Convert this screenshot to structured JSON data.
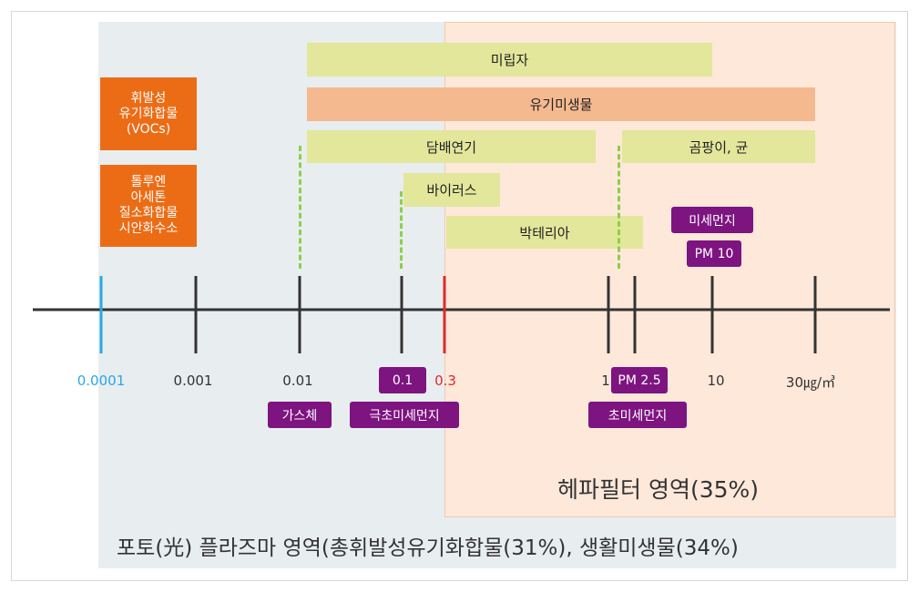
{
  "zones": {
    "photo_plasma": "포토(光) 플라즈마 영역(총휘발성유기화합물(31%), 생활미생물(34%)",
    "hepa": "헤파필터 영역(35%)"
  },
  "orange_boxes": [
    {
      "lines": [
        "휘발성",
        "유기화합물",
        "(VOCs)"
      ]
    },
    {
      "lines": [
        "톨루엔",
        "아세톤",
        "질소화합물",
        "시안화수소"
      ]
    }
  ],
  "bars": [
    {
      "label": "미립자"
    },
    {
      "label": "유기미생물"
    },
    {
      "label": "담배연기"
    },
    {
      "label": "곰팡이, 균"
    },
    {
      "label": "바이러스"
    },
    {
      "label": "박테리아"
    }
  ],
  "axis_ticks": [
    {
      "label": "0.0001",
      "color": "#29a9e0"
    },
    {
      "label": "0.001",
      "color": "#333333"
    },
    {
      "label": "0.01",
      "color": "#333333"
    },
    {
      "label": "0.1",
      "color": "#333333"
    },
    {
      "label": "0.3",
      "color": "#e02a2a"
    },
    {
      "label": "1",
      "color": "#333333"
    },
    {
      "label": "PM 2.5",
      "color": "#333333"
    },
    {
      "label": "10",
      "color": "#333333"
    },
    {
      "label": "30㎍/㎥",
      "color": "#333333"
    }
  ],
  "category_labels": {
    "gas": "가스체",
    "ultrafine_extreme": "극초미세먼지",
    "ultrafine": "초미세먼지",
    "fine_dust": "미세먼지",
    "pm10": "PM 10"
  },
  "colors": {
    "axis": "#333333",
    "tick_min": "#29a9e0",
    "tick_hepa_boundary": "#e02a2a",
    "label_purple": "#7d1480",
    "box_orange": "#ec6c16",
    "bar_green": "#e2e79b",
    "bar_peach": "#f4b98f",
    "dash_green": "#8fce4a"
  }
}
